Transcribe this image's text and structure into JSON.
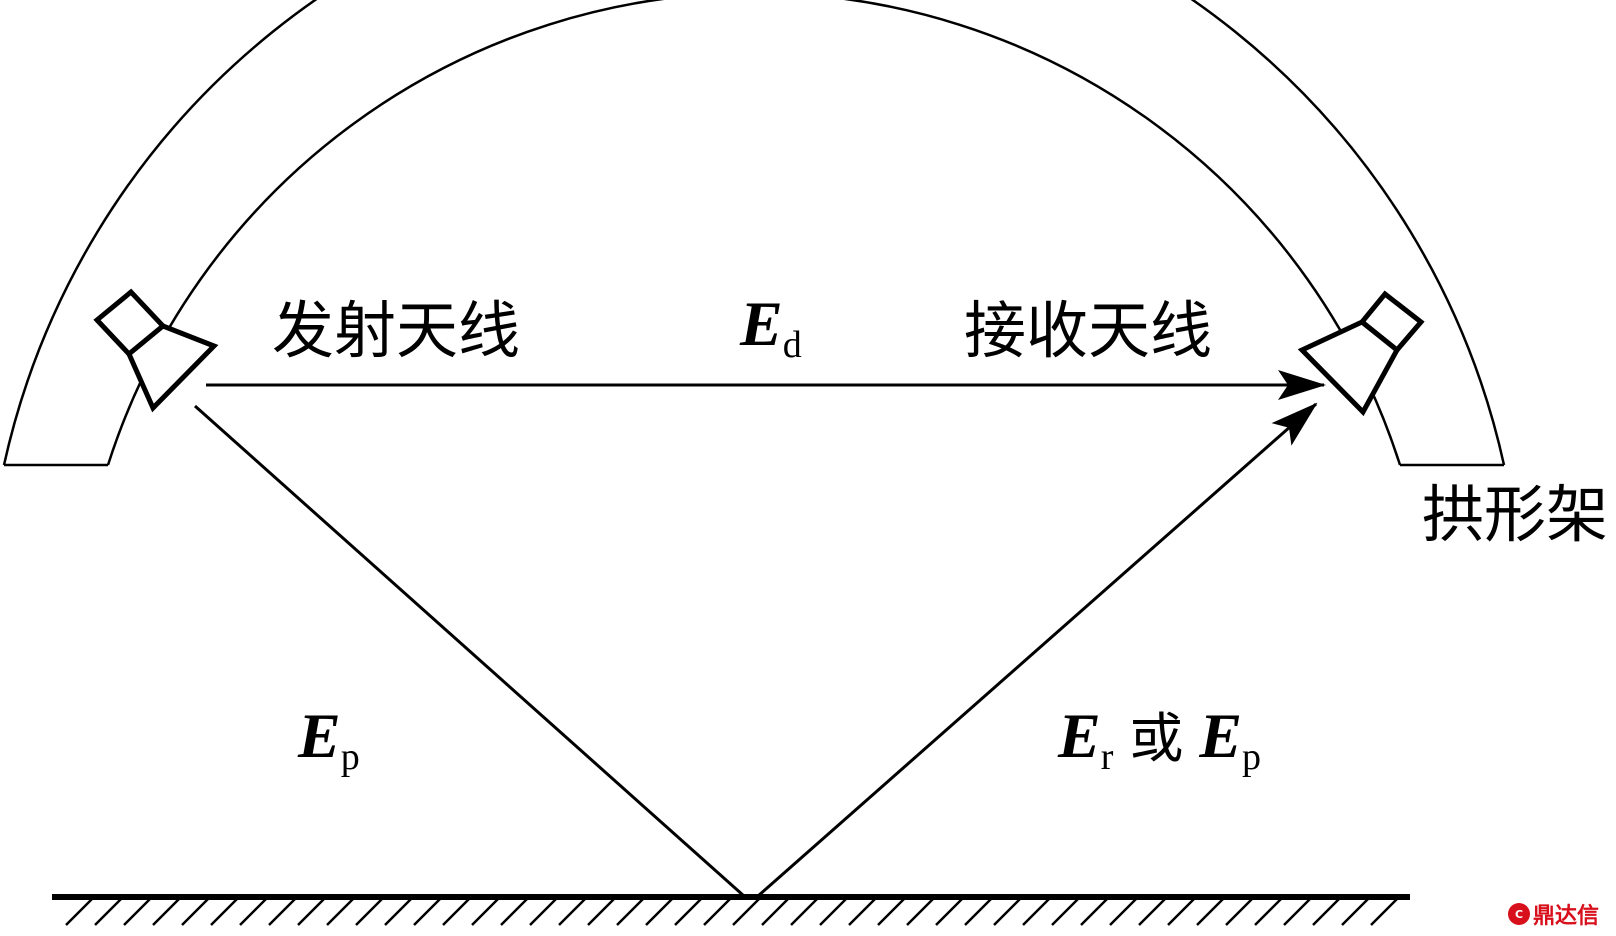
{
  "labels": {
    "transmit_antenna": "发射天线",
    "receive_antenna": "接收天线",
    "arch_frame": "拱形架"
  },
  "symbols": {
    "direct": {
      "main": "E",
      "sub": "d"
    },
    "incident": {
      "main": "E",
      "sub": "p"
    },
    "reflected": {
      "main": "E",
      "sub": "r",
      "connector": "或",
      "main2": "E",
      "sub2": "p"
    }
  },
  "watermark": {
    "text": "鼎达信"
  },
  "colors": {
    "line": "#000000",
    "watermark": "#d8101c"
  }
}
